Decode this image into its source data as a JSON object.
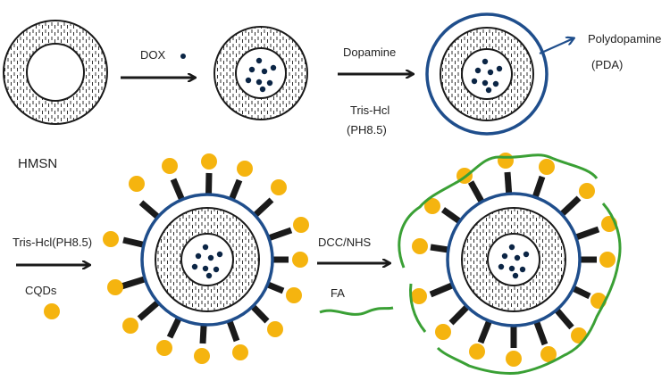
{
  "labels": {
    "dox": "DOX",
    "dopamine": "Dopamine",
    "tris_hcl": "Tris-Hcl",
    "ph": "(PH8.5)",
    "polydopamine": "Polydopamine",
    "pda": "(PDA)",
    "hmsn": "HMSN",
    "tris_hcl_ph": "Tris-Hcl(PH8.5)",
    "cqds": "CQDs",
    "dcc_nhs": "DCC/NHS",
    "fa": "FA"
  },
  "colors": {
    "pda_shell": "#1f4e8c",
    "cqd": "#f5b40f",
    "fa_chain": "#3aa035",
    "dox_dot": "#0b2545",
    "stroke": "#1a1a1a"
  }
}
